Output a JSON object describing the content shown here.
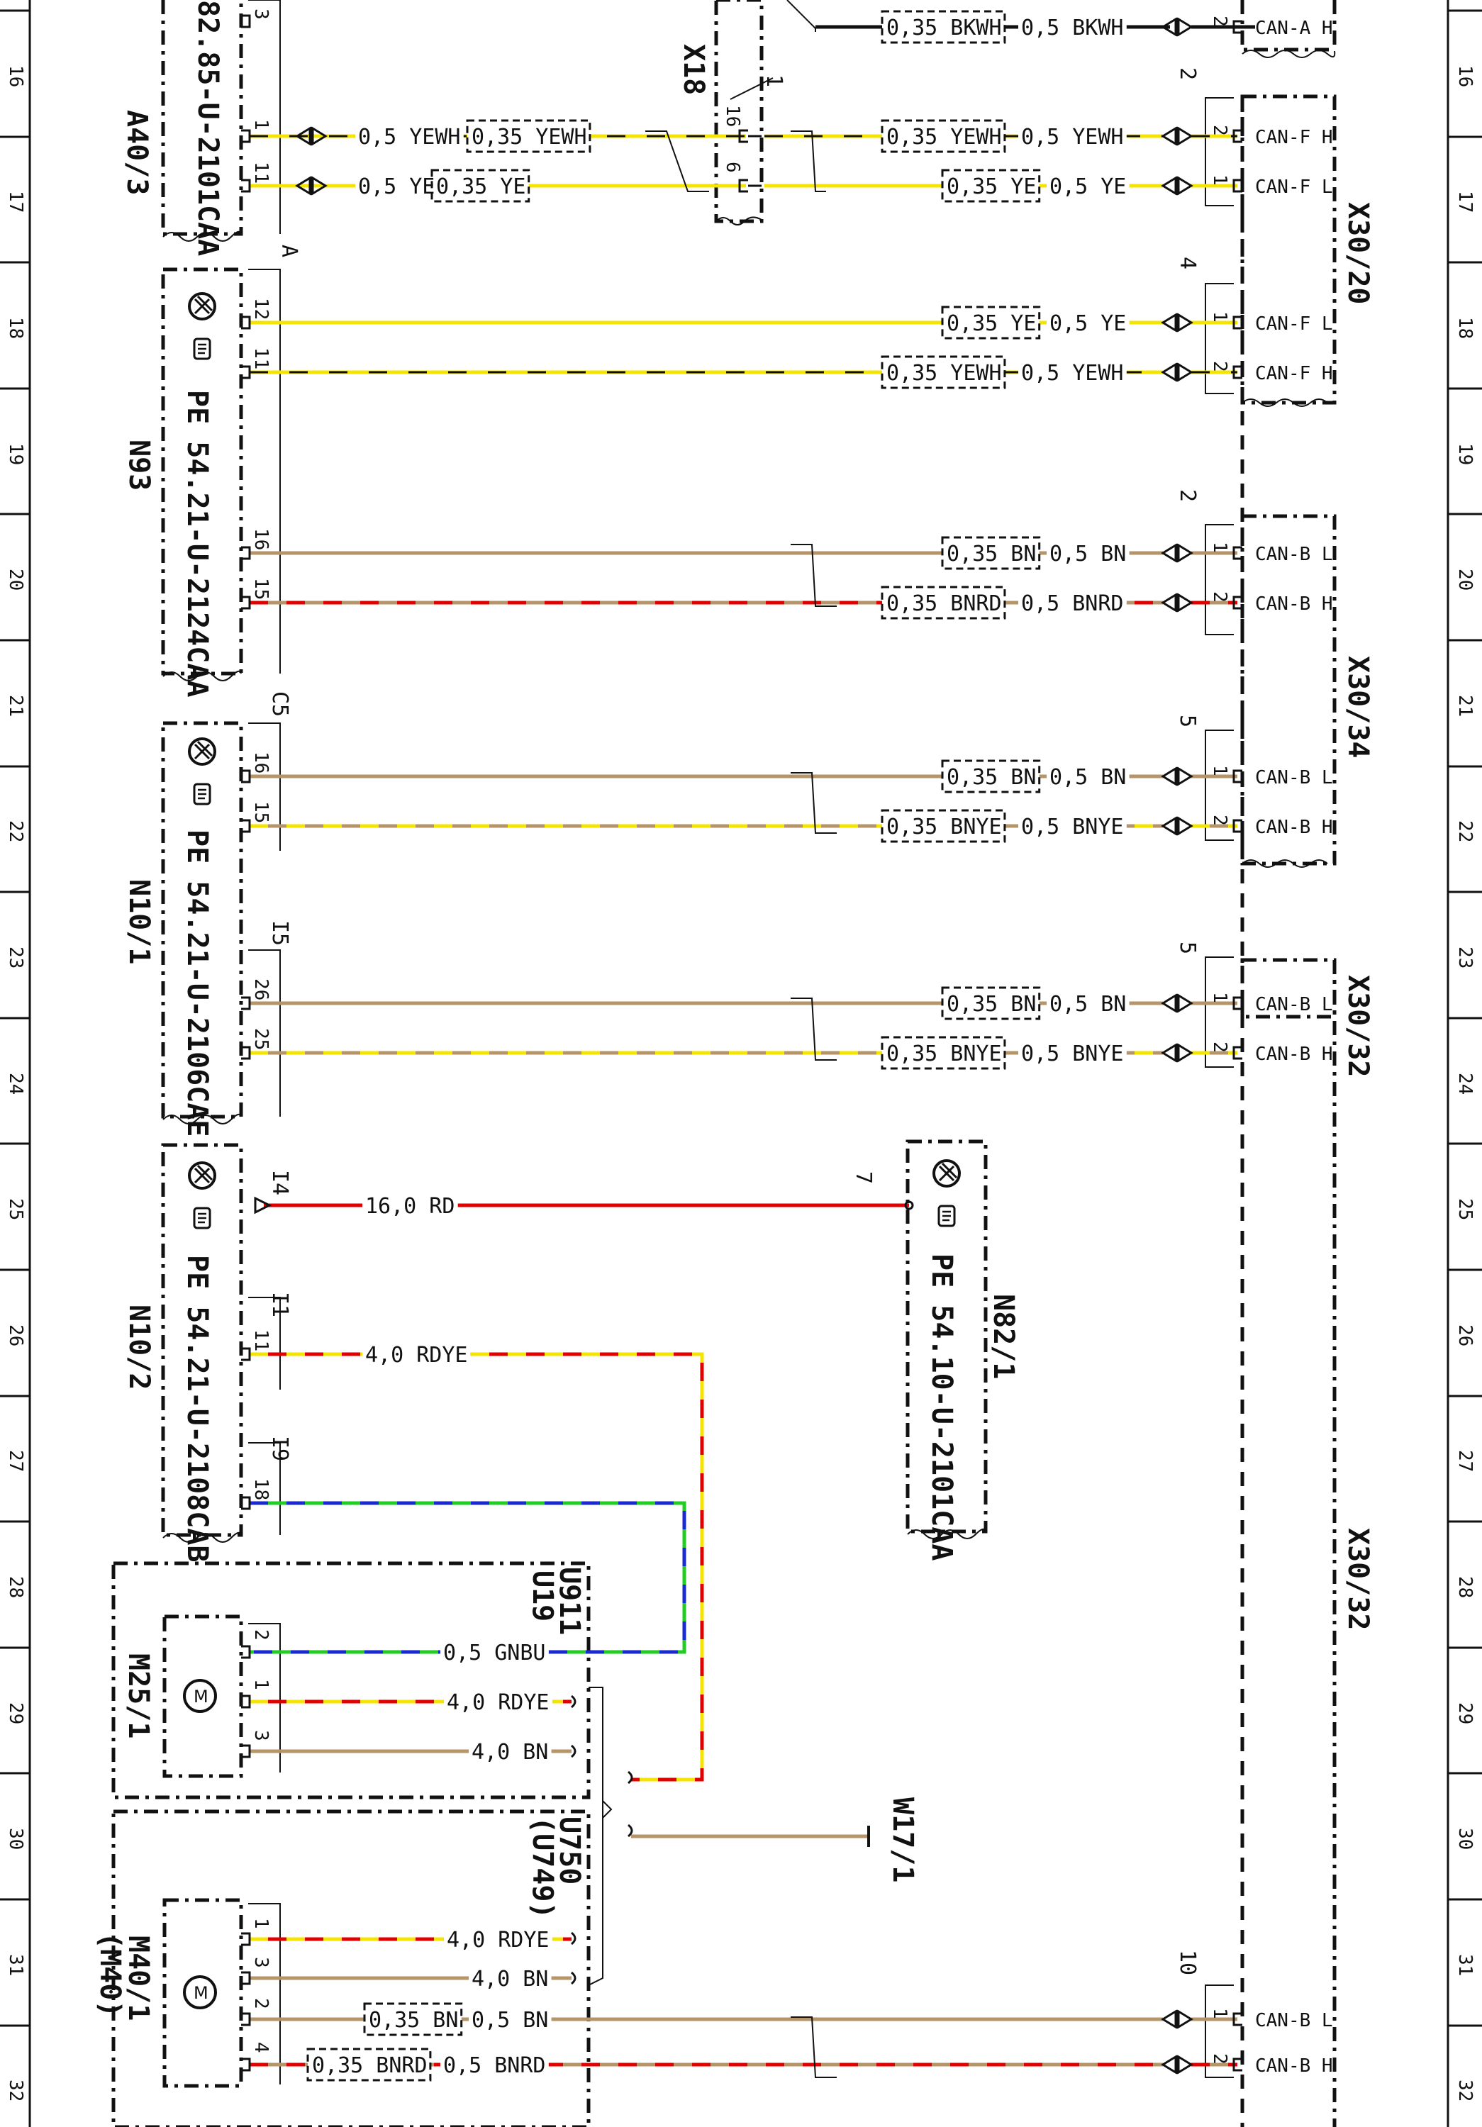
{
  "grid_numbers": [
    "16",
    "17",
    "18",
    "19",
    "20",
    "21",
    "22",
    "23",
    "24",
    "25",
    "26",
    "27",
    "28",
    "29",
    "30",
    "31",
    "32"
  ],
  "components": {
    "a40_3": {
      "ref": "A40/3",
      "part": "82.85-U-2101CAA"
    },
    "n93": {
      "ref": "N93",
      "part": "PE 54.21-U-2124CAA",
      "plug": "A"
    },
    "n10_1": {
      "ref": "N10/1",
      "part": "PE 54.21-U-2106CAE",
      "plug_a": "C5",
      "plug_b": "I5"
    },
    "n10_2": {
      "ref": "N10/2",
      "part": "PE 54.21-U-2108CAB",
      "plug_a": "I4",
      "plug_b": "I1",
      "plug_c": "I9"
    },
    "n82_1": {
      "ref": "N82/1",
      "part": "PE 54.10-U-2101CAA",
      "pin": "7"
    },
    "x18": {
      "ref": "X18",
      "pin": "1",
      "pin_a": "16",
      "pin_b": "6"
    },
    "x30_20": {
      "ref": "X30/20",
      "plug_a": "2",
      "plug_b": "4"
    },
    "x30_34": {
      "ref": "X30/34",
      "plug_a": "2",
      "plug_b": "5"
    },
    "x30_32": {
      "ref": "X30/32",
      "plug_a": "5",
      "plug_b": "10"
    },
    "x30_32b": {
      "ref": "X30/32"
    },
    "u911": {
      "ref_a": "U911",
      "ref_b": "U19"
    },
    "u750": {
      "ref_a": "U750",
      "ref_b": "(U749)"
    },
    "m25_1": {
      "ref": "M25/1"
    },
    "m40_1": {
      "ref_a": "M40/1",
      "ref_b": "(M40)"
    },
    "w17_1": {
      "ref": "W17/1"
    }
  },
  "pins": {
    "a40_top": "3",
    "a40_p1": "1",
    "a40_p2": "11",
    "n93_p1": "12",
    "n93_p2": "11",
    "n93_p3": "16",
    "n93_p4": "15",
    "n101_p1": "16",
    "n101_p2": "15",
    "n101_p3": "26",
    "n101_p4": "25",
    "n102_p2": "11",
    "n102_p3": "18",
    "m25_p1": "2",
    "m25_p2": "1",
    "m25_p3": "3",
    "m40_p1": "1",
    "m40_p2": "3",
    "m40_p3": "2",
    "m40_p4": "4",
    "conn_1": "1",
    "conn_2": "2"
  },
  "wires": {
    "w0_right": "0,5 BKWH",
    "w0_box": "0,35 BKWH",
    "w1_left": "0,5 YEWH",
    "w1_box_l": "0,35 YEWH",
    "w1_box_r": "0,35 YEWH",
    "w1_right": "0,5 YEWH",
    "w2_left": "0,5 YE",
    "w2_box_l": "0,35 YE",
    "w2_box_r": "0,35 YE",
    "w2_right": "0,5 YE",
    "w3_box": "0,35 YE",
    "w3_right": "0,5 YE",
    "w4_box": "0,35 YEWH",
    "w4_right": "0,5 YEWH",
    "w5_box": "0,35 BN",
    "w5_right": "0,5 BN",
    "w6_box": "0,35 BNRD",
    "w6_right": "0,5 BNRD",
    "w7_box": "0,35 BN",
    "w7_right": "0,5 BN",
    "w8_box": "0,35 BNYE",
    "w8_right": "0,5 BNYE",
    "w9_box": "0,35 BN",
    "w9_right": "0,5 BN",
    "w10_box": "0,35 BNYE",
    "w10_right": "0,5 BNYE",
    "w11": "16,0 RD",
    "w12": "4,0 RDYE",
    "w14": "0,5 GNBU",
    "w15": "4,0 RDYE",
    "w16": "4,0 BN",
    "w17": "4,0 RDYE",
    "w18": "4,0 BN",
    "w19_box": "0,35 BN",
    "w19_right": "0,5 BN",
    "w20_box": "0,35 BNRD",
    "w20_right": "0,5 BNRD"
  },
  "can": {
    "c0": "CAN-A H",
    "c1": "CAN-F H",
    "c2": "CAN-F L",
    "c3": "CAN-F L",
    "c4": "CAN-F H",
    "c5": "CAN-B L",
    "c6": "CAN-B H",
    "c7": "CAN-B L",
    "c8": "CAN-B H",
    "c9": "CAN-B L",
    "c10": "CAN-B H",
    "c11": "CAN-B L",
    "c12": "CAN-B H"
  },
  "colors": {
    "YE": "#f5e400",
    "RD": "#e00000",
    "BN": "#b49468",
    "GN": "#22cc22",
    "BU": "#1a2ad0",
    "BK": "#111111",
    "WH": "#ffffff"
  }
}
